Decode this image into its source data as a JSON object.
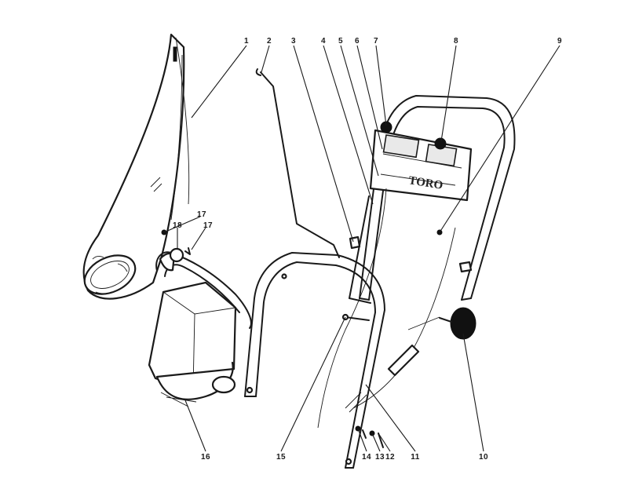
{
  "diagram": {
    "brand_text": "TORO",
    "callouts": [
      {
        "id": "c1",
        "text": "1"
      },
      {
        "id": "c2",
        "text": "2"
      },
      {
        "id": "c3",
        "text": "3"
      },
      {
        "id": "c4",
        "text": "4"
      },
      {
        "id": "c5",
        "text": "5"
      },
      {
        "id": "c6",
        "text": "6"
      },
      {
        "id": "c7",
        "text": "7"
      },
      {
        "id": "c8",
        "text": "8"
      },
      {
        "id": "c9",
        "text": "9"
      },
      {
        "id": "c17a",
        "text": "17"
      },
      {
        "id": "c18",
        "text": "18"
      },
      {
        "id": "c17b",
        "text": "17"
      },
      {
        "id": "c16",
        "text": "16"
      },
      {
        "id": "c15",
        "text": "15"
      },
      {
        "id": "c14",
        "text": "14"
      },
      {
        "id": "c13",
        "text": "13"
      },
      {
        "id": "c12",
        "text": "12"
      },
      {
        "id": "c11",
        "text": "11"
      },
      {
        "id": "c10",
        "text": "10"
      }
    ]
  }
}
